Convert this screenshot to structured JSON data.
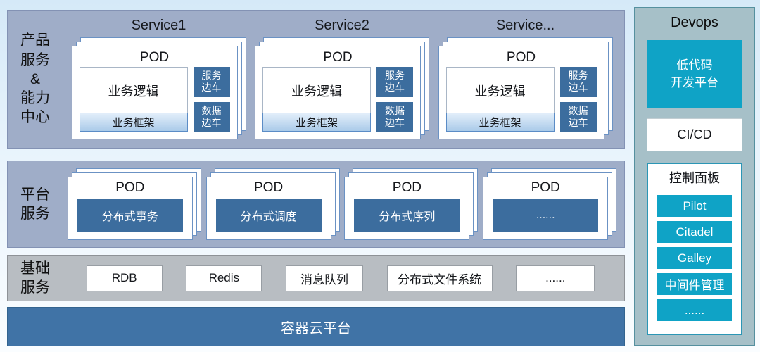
{
  "product_band": {
    "label": "产品\n服务\n&\n能力\n中心",
    "services": [
      {
        "title": "Service1",
        "pod": "POD",
        "logic": "业务逻辑",
        "framework": "业务框架",
        "sidecar_top": "服务\n边车",
        "sidecar_bottom": "数据\n边车"
      },
      {
        "title": "Service2",
        "pod": "POD",
        "logic": "业务逻辑",
        "framework": "业务框架",
        "sidecar_top": "服务\n边车",
        "sidecar_bottom": "数据\n边车"
      },
      {
        "title": "Service...",
        "pod": "POD",
        "logic": "业务逻辑",
        "framework": "业务框架",
        "sidecar_top": "服务\n边车",
        "sidecar_bottom": "数据\n边车"
      }
    ]
  },
  "platform_band": {
    "label": "平台\n服务",
    "pods": [
      {
        "pod": "POD",
        "value": "分布式事务"
      },
      {
        "pod": "POD",
        "value": "分布式调度"
      },
      {
        "pod": "POD",
        "value": "分布式序列"
      },
      {
        "pod": "POD",
        "value": "......"
      }
    ]
  },
  "base_band": {
    "label": "基础\n服务",
    "items": [
      "RDB",
      "Redis",
      "消息队列",
      "分布式文件系统",
      "......"
    ]
  },
  "container_band": {
    "label": "容器云平台"
  },
  "devops": {
    "title": "Devops",
    "lowcode": "低代码\n开发平台",
    "cicd": "CI/CD",
    "panel_title": "控制面板",
    "panel_items": [
      "Pilot",
      "Citadel",
      "Galley",
      "中间件管理",
      "......"
    ]
  },
  "colors": {
    "band_blue": "#9fadc8",
    "band_gray": "#b8bdc2",
    "container_blue": "#4073a6",
    "dark_box_blue": "#3c6d9e",
    "pod_border_blue": "#6b92c4",
    "teal": "#0fa3c6",
    "devops_bg": "#a6c0c8"
  }
}
